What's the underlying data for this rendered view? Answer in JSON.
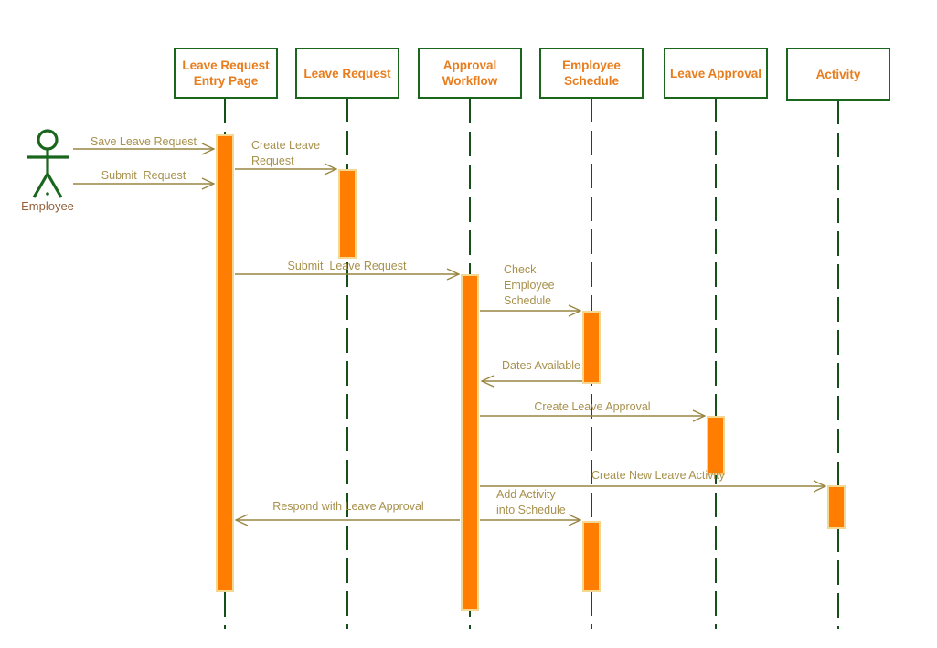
{
  "colors": {
    "background": "#ffffff",
    "box-border": "#1a661c",
    "lifeline": "#145018",
    "header-text": "#e87d1e",
    "bar-fill": "#ff7d00",
    "bar-border": "#f4d791",
    "arrow": "#998540",
    "message-text": "#a8914d",
    "actor": "#1a661c",
    "actor-label": "#96613b"
  },
  "diagram": {
    "type": "uml-sequence-diagram",
    "subject": "Leave Request approval workflow"
  },
  "actor": {
    "name": "Employee"
  },
  "lifelines": [
    {
      "id": "leave-request-entry-page",
      "label": "Leave Request Entry Page"
    },
    {
      "id": "leave-request",
      "label": "Leave Request"
    },
    {
      "id": "approval-workflow",
      "label": "Approval Workflow"
    },
    {
      "id": "employee-schedule",
      "label": "Employee Schedule"
    },
    {
      "id": "leave-approval",
      "label": "Leave Approval"
    },
    {
      "id": "activity",
      "label": "Activity"
    }
  ],
  "messages": [
    {
      "id": "save-leave-request",
      "label": "Save Leave Request",
      "from": "Employee",
      "to": "Leave Request Entry Page"
    },
    {
      "id": "submit-request",
      "label": "Submit  Request",
      "from": "Employee",
      "to": "Leave Request Entry Page"
    },
    {
      "id": "create-leave-request",
      "label": "Create Leave\nRequest",
      "from": "Leave Request Entry Page",
      "to": "Leave Request"
    },
    {
      "id": "submit-leave-request",
      "label": "Submit  Leave Request",
      "from": "Leave Request Entry Page",
      "to": "Approval Workflow"
    },
    {
      "id": "check-employee-schedule",
      "label": "Check\nEmployee\nSchedule",
      "from": "Approval Workflow",
      "to": "Employee Schedule"
    },
    {
      "id": "dates-available",
      "label": "Dates Available",
      "from": "Employee Schedule",
      "to": "Approval Workflow"
    },
    {
      "id": "create-leave-approval",
      "label": "Create Leave Approval",
      "from": "Approval Workflow",
      "to": "Leave Approval"
    },
    {
      "id": "create-new-leave-activity",
      "label": "Create New Leave Activity",
      "from": "Approval Workflow",
      "to": "Activity"
    },
    {
      "id": "add-activity-into-schedule",
      "label": "Add Activity\ninto Schedule",
      "from": "Approval Workflow",
      "to": "Employee Schedule"
    },
    {
      "id": "respond-with-leave-approval",
      "label": "Respond with Leave Approval",
      "from": "Approval Workflow",
      "to": "Leave Request Entry Page"
    }
  ]
}
